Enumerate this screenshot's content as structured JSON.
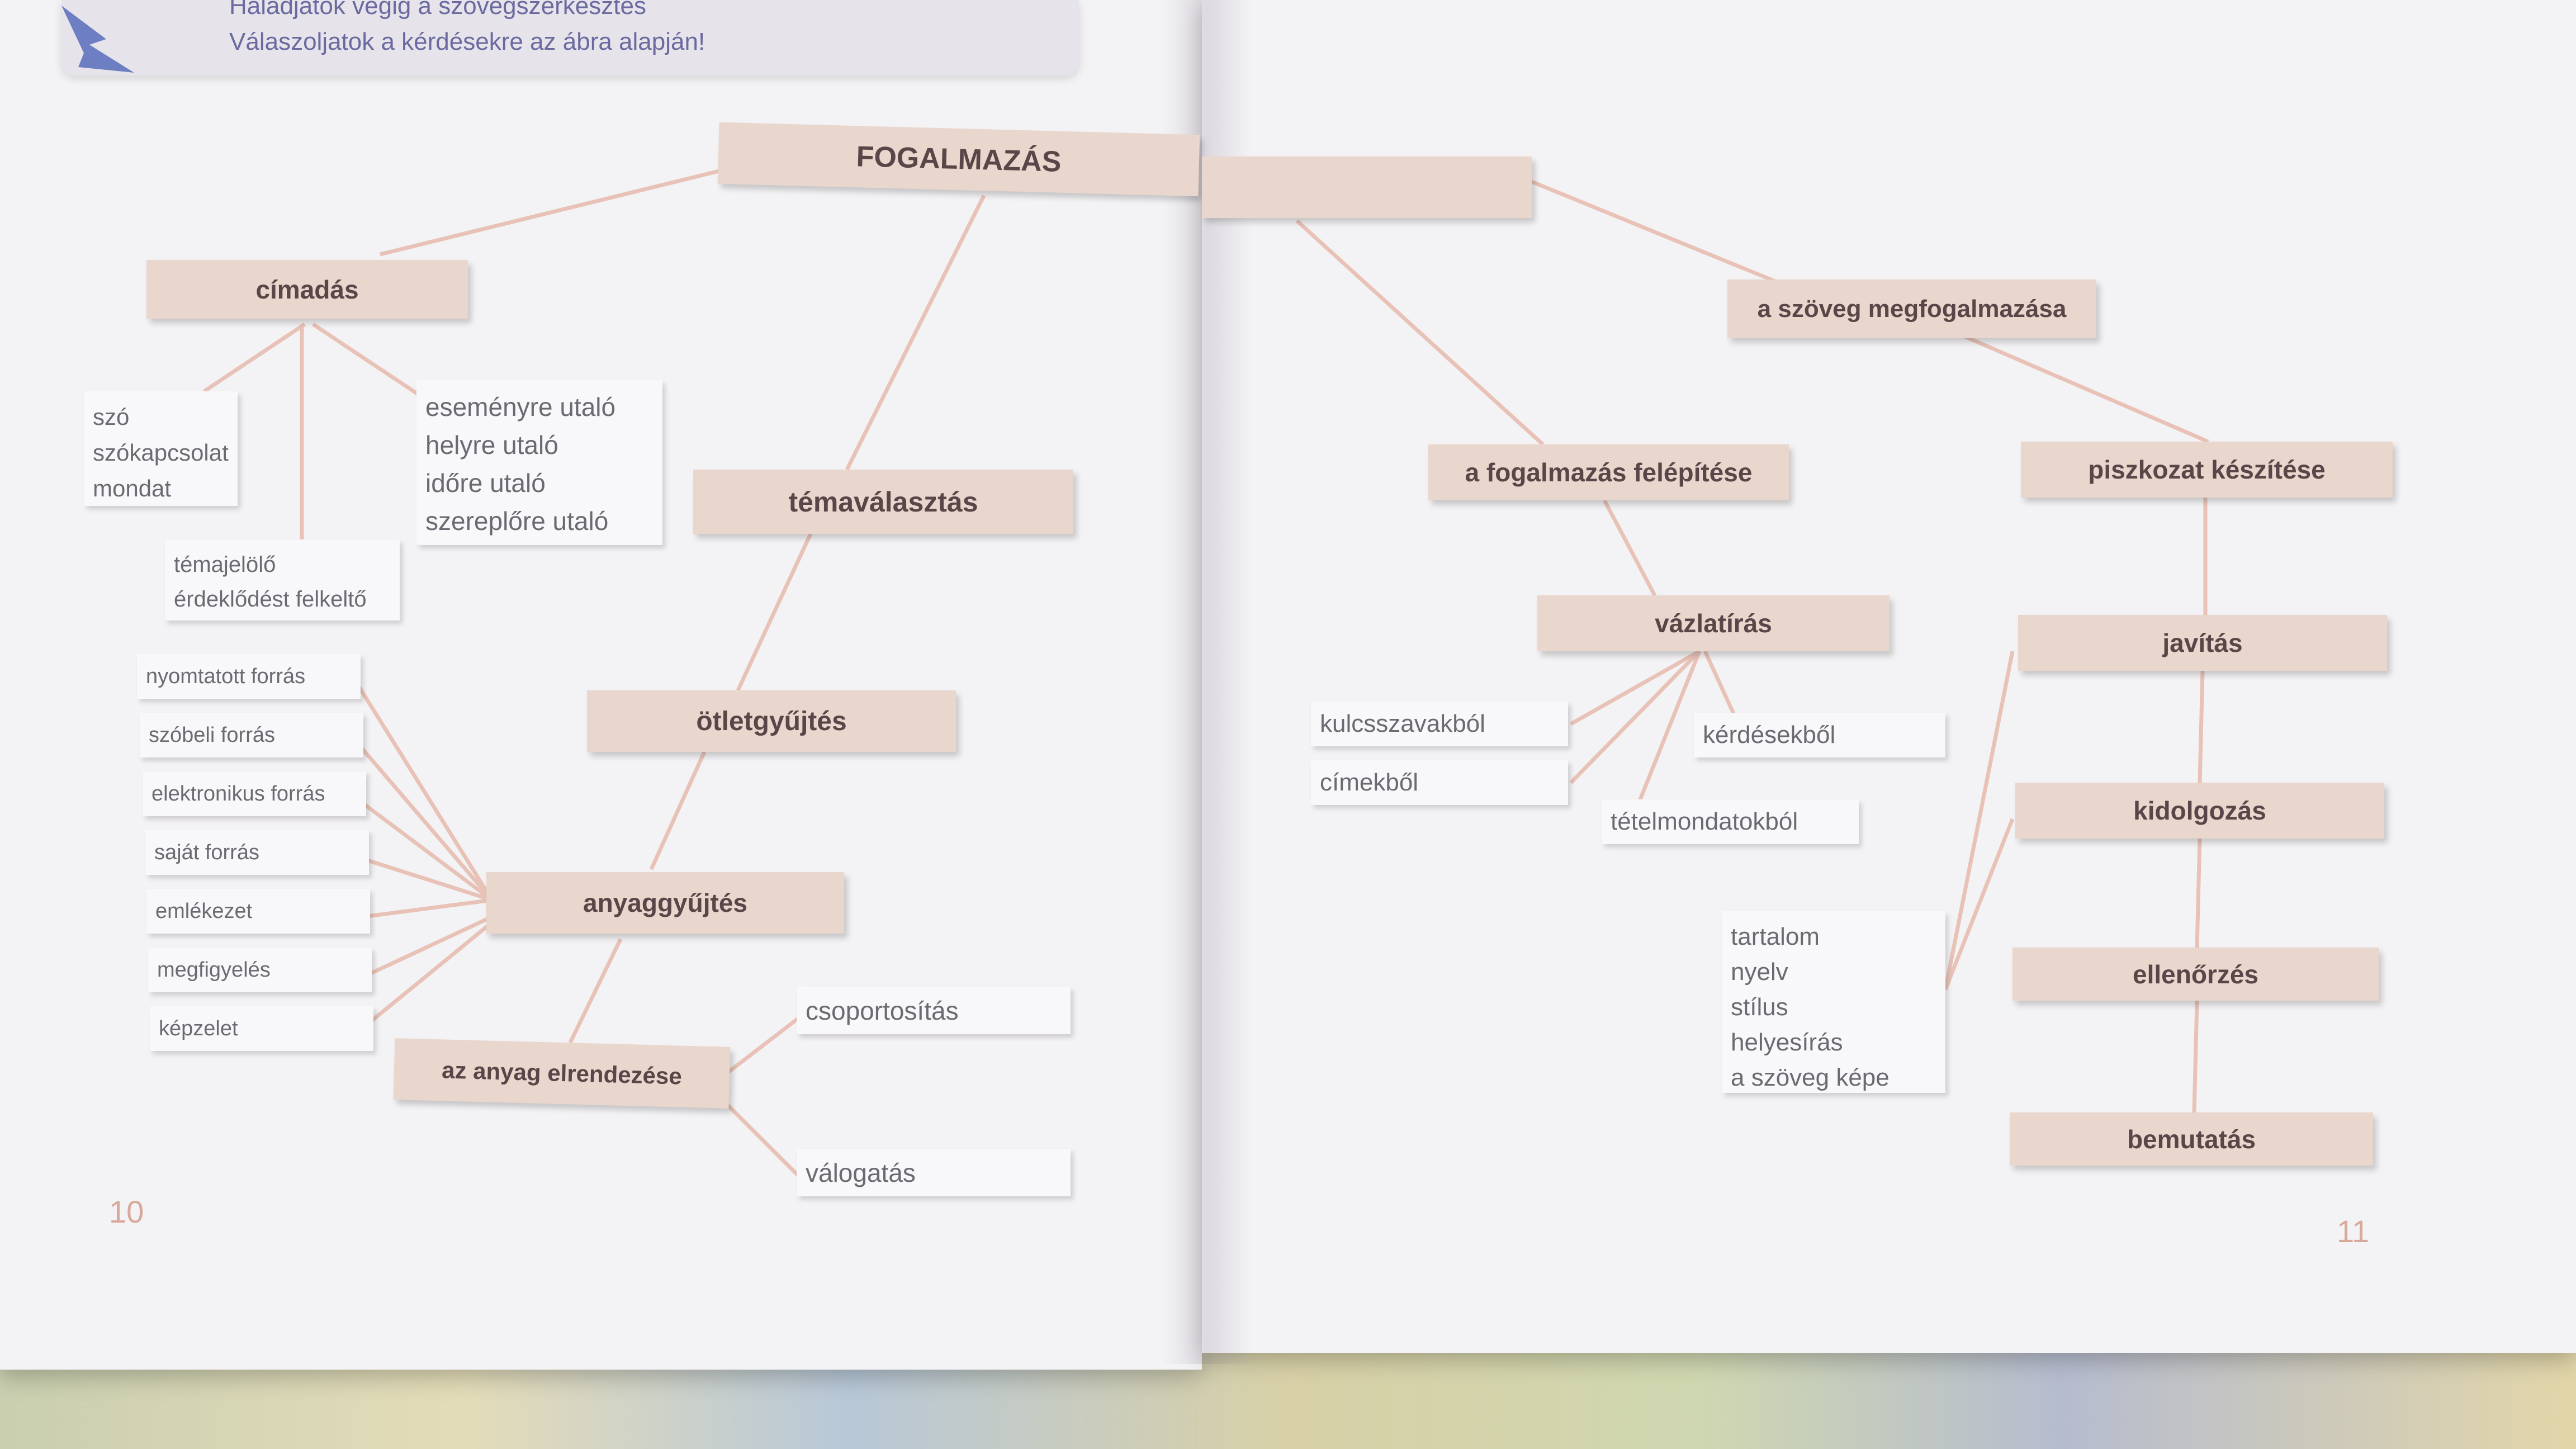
{
  "instruction": {
    "line1": "Haladjatok végig a szövegszerkesztés",
    "line2": "Válaszoljatok a kérdésekre az ábra alapján!"
  },
  "diagram": {
    "root": "FOGALMAZÁS",
    "left": {
      "cimadas": {
        "label": "címadás",
        "left_items": [
          "szó",
          "szókapcsolat",
          "mondat"
        ],
        "right_items": [
          "eseményre utaló",
          "helyre utaló",
          "időre utaló",
          "szereplőre utaló"
        ],
        "bottom_items": [
          "témajelölő",
          "érdeklődést felkeltő"
        ]
      },
      "temavalasztas": "témaválasztás",
      "otletgyujtes": "ötletgyűjtés",
      "anyaggyujtes": {
        "label": "anyaggyűjtés",
        "sources": [
          "nyomtatott forrás",
          "szóbeli forrás",
          "elektronikus forrás",
          "saját forrás",
          "emlékezet",
          "megfigyelés",
          "képzelet"
        ]
      },
      "elrendezes": {
        "label": "az anyag elrendezése",
        "items": [
          "csoportosítás",
          "válogatás"
        ]
      }
    },
    "right": {
      "megfogalmazas": "a szöveg megfogalmazása",
      "felepites": "a fogalmazás felépítése",
      "vazlatiras": {
        "label": "vázlatírás",
        "items": [
          "kulcsszavakból",
          "címekből",
          "kérdésekből",
          "tételmondatokból"
        ]
      },
      "piszkozat": "piszkozat készítése",
      "javitas": {
        "label": "javítás",
        "items": [
          "tartalom",
          "nyelv",
          "stílus",
          "helyesírás",
          "a szöveg képe"
        ]
      },
      "kidolgozas": "kidolgozás",
      "ellenorzes": "ellenőrzés",
      "bemutatas": "bemutatás"
    }
  },
  "page_numbers": {
    "left": "10",
    "right": "11"
  },
  "colors": {
    "node_fill": "#e9d6cd",
    "line": "#e8c2b6",
    "page_number": "#d8a89a",
    "instruction_text": "#6a6aa0"
  }
}
